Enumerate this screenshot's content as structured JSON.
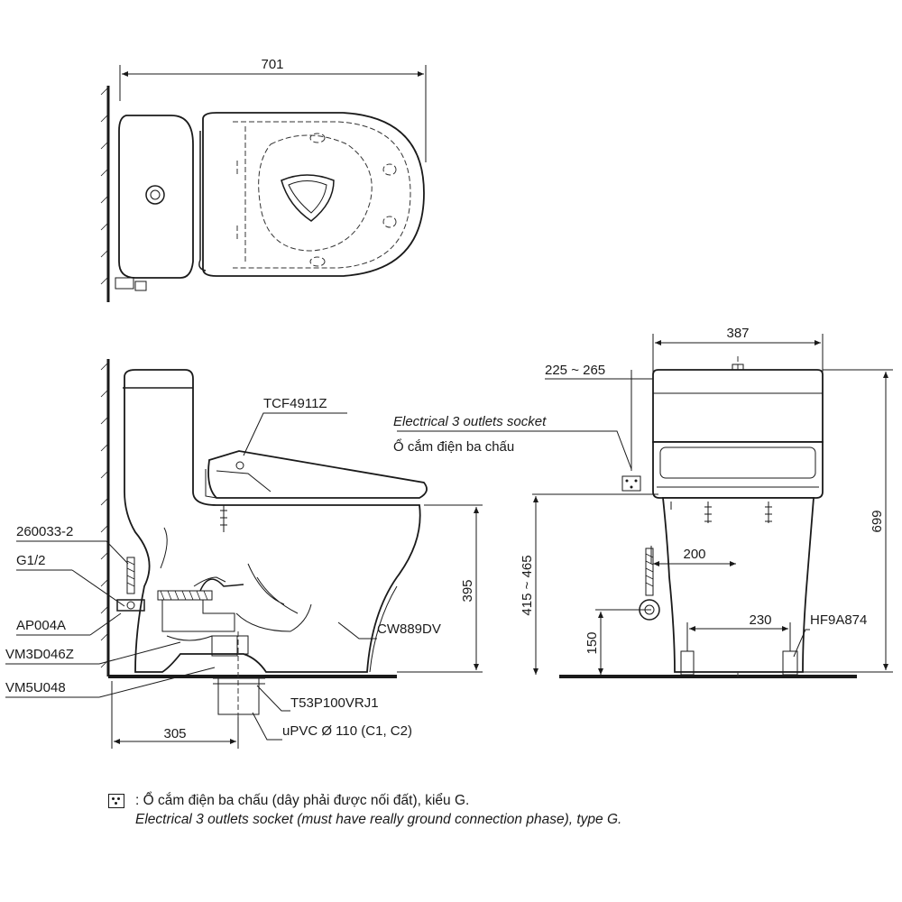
{
  "dimensions": {
    "top_width": "701",
    "front_width": "387",
    "supply_offset": "225 ~ 265",
    "overall_height": "699",
    "seat_height": "415 ~ 465",
    "bowl_height": "395",
    "rough_in": "305",
    "inlet_offset": "200",
    "inlet_height": "150",
    "bolt_spacing": "230"
  },
  "parts": {
    "seat": "TCF4911Z",
    "bowl": "CW889DV",
    "hose": "260033-2",
    "thread": "G1/2",
    "valve": "AP004A",
    "part_vm3": "VM3D046Z",
    "part_vm5": "VM5U048",
    "flange": "T53P100VRJ1",
    "pipe": "uPVC Ø 110 (C1, C2)",
    "bolt_cap": "HF9A874"
  },
  "socket_label": {
    "en": "Electrical 3 outlets socket",
    "vi": "Ổ cắm điện ba chấu"
  },
  "footnote": {
    "vi": ": Ổ cắm điện ba chấu (dây phải được nối đất), kiểu G.",
    "en": "Electrical 3 outlets socket (must have really ground connection phase), type G."
  }
}
